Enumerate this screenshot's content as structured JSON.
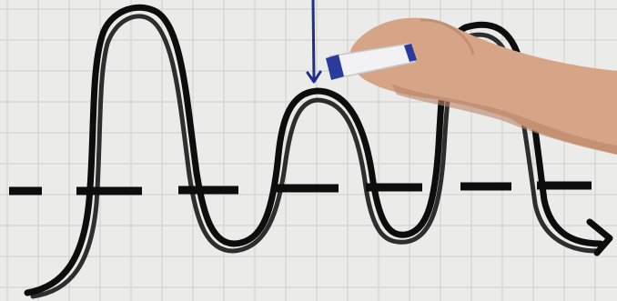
{
  "scene": {
    "subject": "whiteboard-sketch",
    "colors": {
      "board": "#ebebe9",
      "grid": "#cfcfcc",
      "ink_black": "#0d0d0d",
      "ink_blue": "#1f2f8f",
      "marker_body": "#f2f2f4",
      "marker_cap": "#2a3b9c",
      "skin": "#d6a486",
      "skin_shadow": "#b9866a"
    },
    "icons": [
      "dashed-horizontal-axis",
      "wavy-signal-curve",
      "arrow-head",
      "vertical-blue-marker-line",
      "hand",
      "marker"
    ]
  }
}
